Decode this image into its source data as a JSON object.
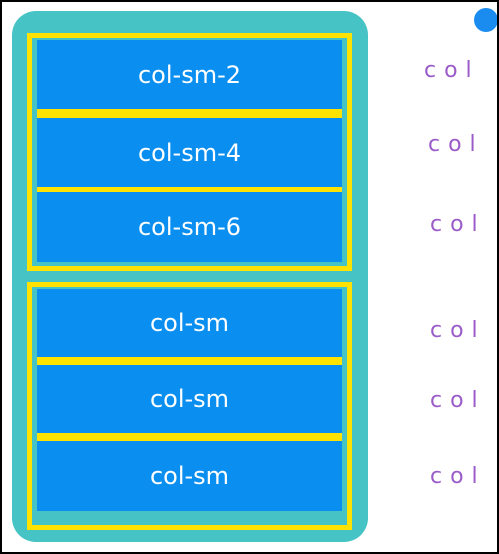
{
  "colors": {
    "container_bg": "#46c3c4",
    "row_border": "#ffe200",
    "col_bg": "#0a8ff0",
    "col_text": "#ffffff",
    "handwriting": "#9b5cc9",
    "dot": "#1a8cf0"
  },
  "rows": [
    {
      "cols": [
        "col-sm-2",
        "col-sm-4",
        "col-sm-6"
      ]
    },
    {
      "cols": [
        "col-sm",
        "col-sm",
        "col-sm"
      ]
    }
  ],
  "annotations": [
    "col",
    "col",
    "col",
    "col",
    "col",
    "col"
  ]
}
